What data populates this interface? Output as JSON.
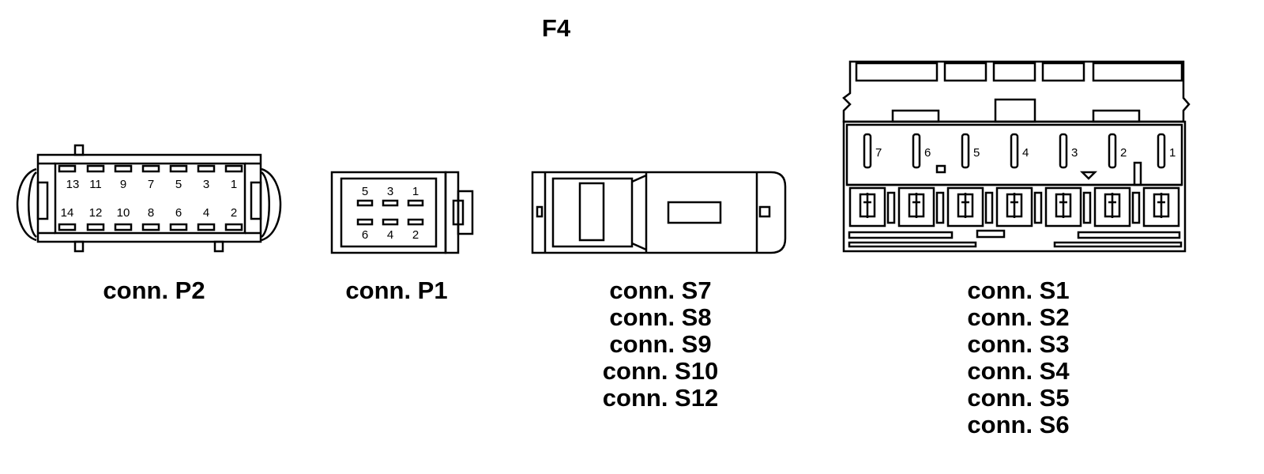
{
  "title": "F4",
  "connectors": {
    "p2": {
      "caption": "conn. P2",
      "pins_top": [
        "13",
        "11",
        "9",
        "7",
        "5",
        "3",
        "1"
      ],
      "pins_bottom": [
        "14",
        "12",
        "10",
        "8",
        "6",
        "4",
        "2"
      ]
    },
    "p1": {
      "caption": "conn. P1",
      "pins_top": [
        "5",
        "3",
        "1"
      ],
      "pins_bottom": [
        "6",
        "4",
        "2"
      ]
    },
    "s_small": {
      "captions": [
        "conn. S7",
        "conn. S8",
        "conn. S9",
        "conn. S10",
        "conn. S12"
      ]
    },
    "s_large": {
      "captions": [
        "conn. S1",
        "conn. S2",
        "conn. S3",
        "conn. S4",
        "conn. S5",
        "conn. S6"
      ],
      "pins": [
        "7",
        "6",
        "5",
        "4",
        "3",
        "2",
        "1"
      ]
    }
  }
}
